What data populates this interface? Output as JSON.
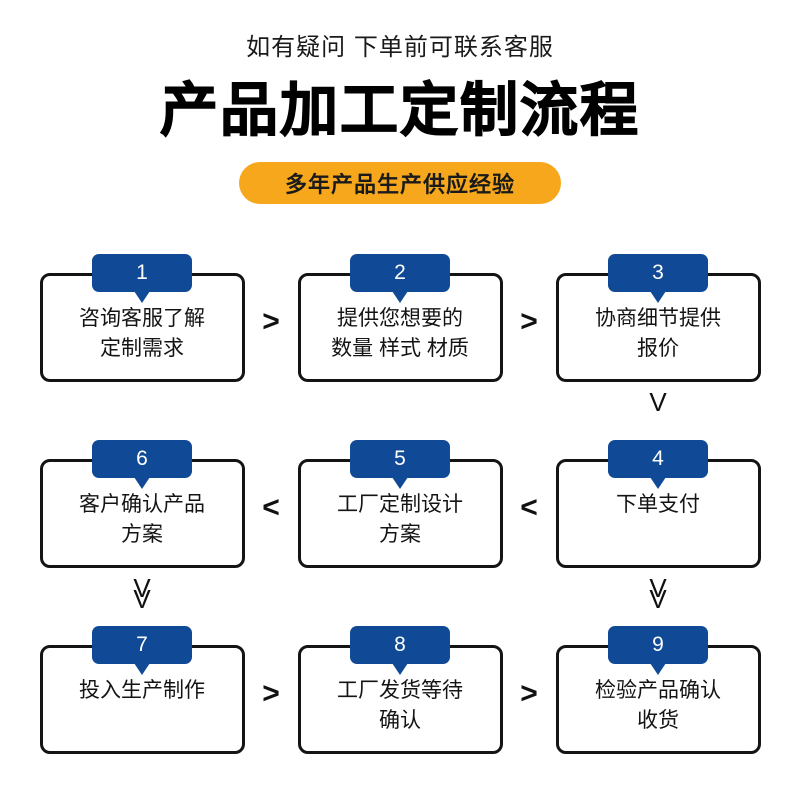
{
  "header": {
    "subtitle": "如有疑问 下单前可联系客服",
    "title": "产品加工定制流程",
    "badge": "多年产品生产供应经验",
    "badge_color": "#F7A71B",
    "title_color": "#000000"
  },
  "theme": {
    "accent_blue": "#104A97",
    "outline": "#141414",
    "background": "#FFFFFF"
  },
  "flow": {
    "rows": [
      {
        "cells": [
          {
            "number": "1",
            "text": "咨询客服了解\n定制需求",
            "arrow_after": ">",
            "arrow_below": ""
          },
          {
            "number": "2",
            "text": "提供您想要的\n数量 样式 材质",
            "arrow_after": ">",
            "arrow_below": ""
          },
          {
            "number": "3",
            "text": "协商细节提供\n报价",
            "arrow_after": "",
            "arrow_below": "V"
          }
        ]
      },
      {
        "cells": [
          {
            "number": "6",
            "text": "客户确认产品\n方案",
            "arrow_after": "",
            "arrow_below": "V",
            "arrow_before": "<"
          },
          {
            "number": "5",
            "text": "工厂定制设计\n方案",
            "arrow_after": "",
            "arrow_below": "",
            "arrow_before": "<"
          },
          {
            "number": "4",
            "text": "下单支付",
            "arrow_after": "",
            "arrow_below": "V",
            "arrow_before": ""
          }
        ]
      },
      {
        "cells": [
          {
            "number": "7",
            "text": "投入生产制作",
            "arrow_after": ">",
            "arrow_above": "V"
          },
          {
            "number": "8",
            "text": "工厂发货等待\n确认",
            "arrow_after": ">",
            "arrow_above": ""
          },
          {
            "number": "9",
            "text": "检验产品确认\n收货",
            "arrow_after": "",
            "arrow_above": "V"
          }
        ]
      }
    ]
  }
}
